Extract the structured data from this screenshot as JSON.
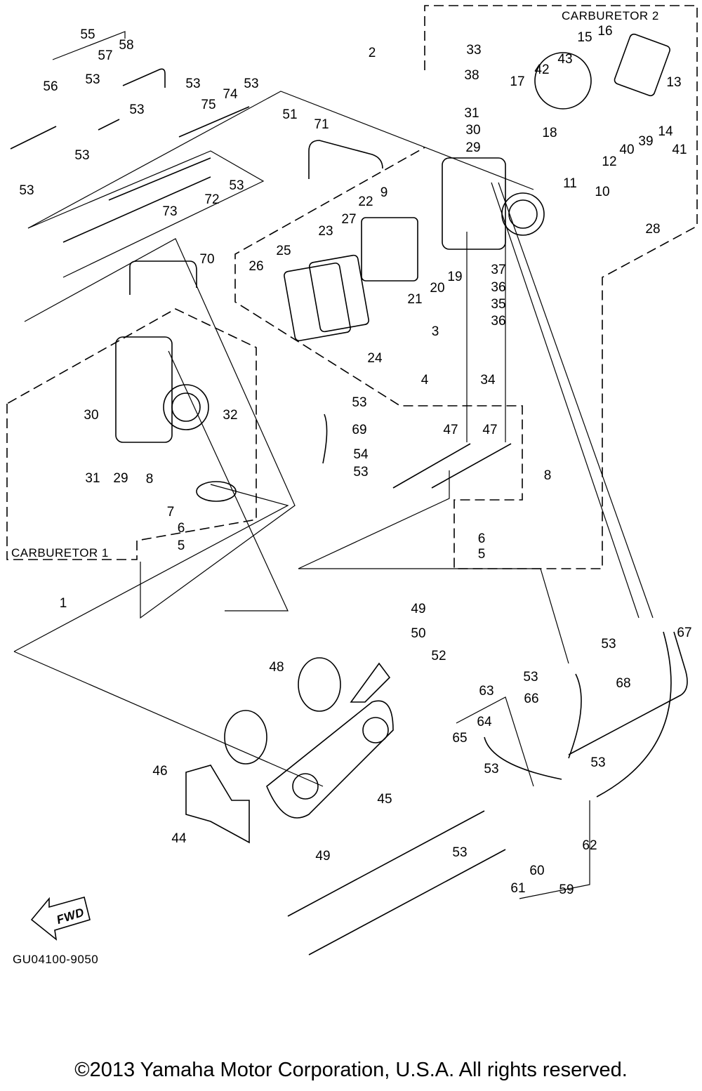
{
  "diagram": {
    "group_labels": {
      "carburetor_1": "CARBURETOR 1",
      "carburetor_2": "CARBURETOR 2",
      "fwd": "FWD",
      "drawing_code": "GU04100-9050"
    },
    "part_labels": [
      "55",
      "57",
      "58",
      "56",
      "53",
      "53",
      "53",
      "53",
      "53",
      "75",
      "74",
      "53",
      "53",
      "72",
      "73",
      "51",
      "71",
      "2",
      "33",
      "38",
      "31",
      "30",
      "29",
      "17",
      "42",
      "43",
      "15",
      "16",
      "13",
      "14",
      "39",
      "40",
      "41",
      "18",
      "12",
      "11",
      "10",
      "28",
      "9",
      "22",
      "27",
      "23",
      "25",
      "26",
      "19",
      "20",
      "21",
      "24",
      "37",
      "36",
      "35",
      "36",
      "3",
      "4",
      "34",
      "47",
      "47",
      "8",
      "6",
      "5",
      "70",
      "32",
      "53",
      "69",
      "54",
      "53",
      "30",
      "31",
      "29",
      "8",
      "7",
      "6",
      "5",
      "1",
      "49",
      "50",
      "52",
      "48",
      "46",
      "45",
      "44",
      "49",
      "53",
      "67",
      "68",
      "53",
      "63",
      "66",
      "64",
      "65",
      "53",
      "53",
      "62",
      "53",
      "60",
      "61",
      "59"
    ],
    "copyright": "©2013 Yamaha Motor Corporation, U.S.A. All rights reserved."
  }
}
